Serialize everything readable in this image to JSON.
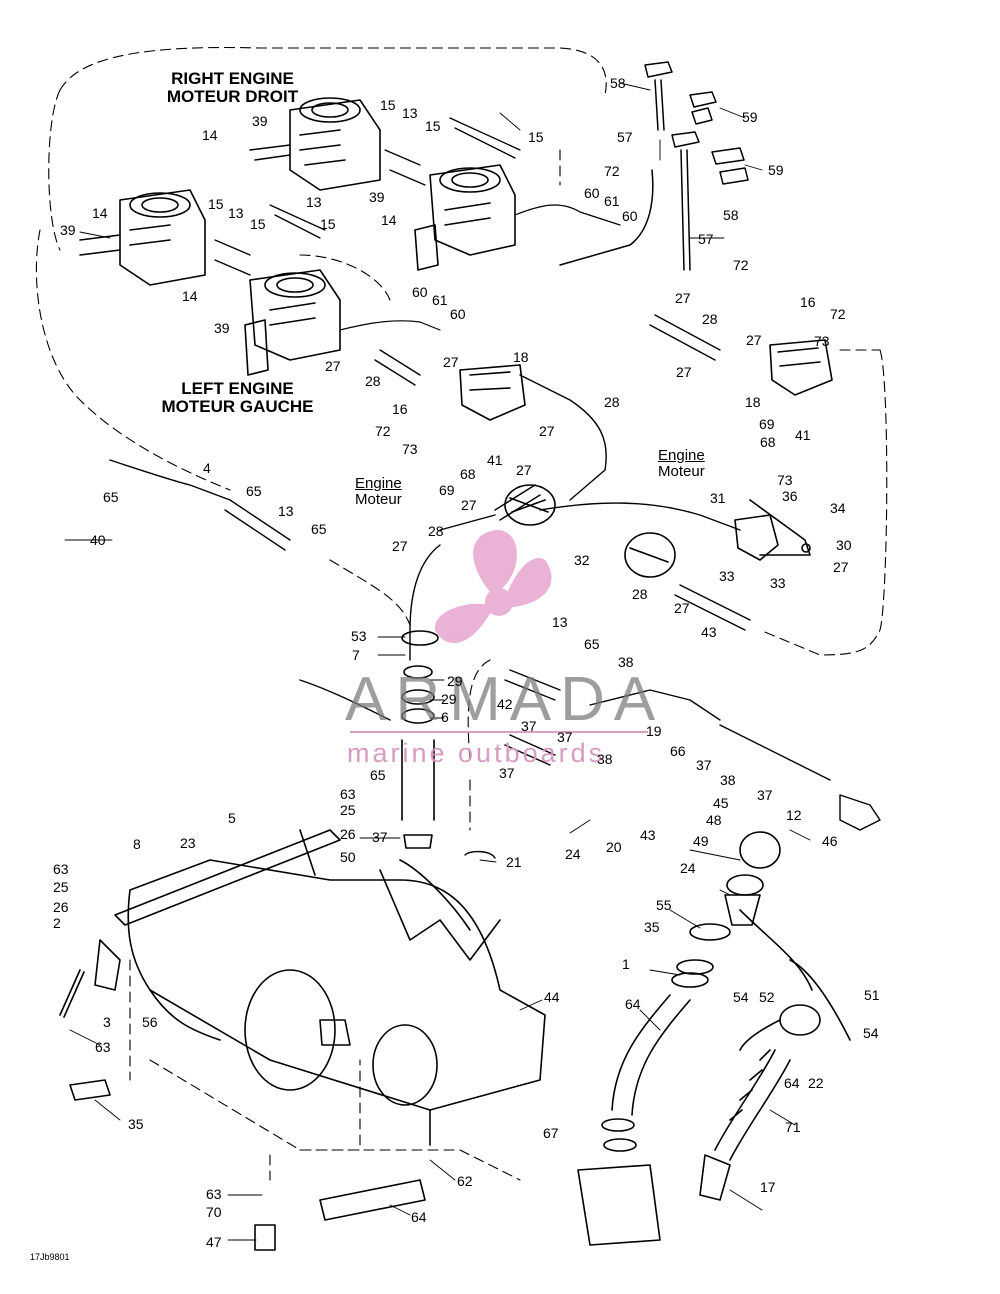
{
  "headings": {
    "right_engine_en": "RIGHT ENGINE",
    "right_engine_fr": "MOTEUR DROIT",
    "left_engine_en": "LEFT ENGINE",
    "left_engine_fr": "MOTEUR GAUCHE"
  },
  "notes": {
    "engine_right": {
      "en": "Engine",
      "fr": "Moteur"
    },
    "engine_left": {
      "en": "Engine",
      "fr": "Moteur"
    }
  },
  "watermark": {
    "brand": "ARMADA",
    "tagline": "marine outboards",
    "logo_icon": "propeller-icon",
    "colors": {
      "pink": "#e7a6cf",
      "gray": "#787878"
    }
  },
  "figure_id": "17Jb9801",
  "callouts": [
    "58",
    "59",
    "57",
    "59",
    "72",
    "58",
    "60",
    "61",
    "60",
    "57",
    "72",
    "15",
    "13",
    "15",
    "15",
    "39",
    "14",
    "14",
    "39",
    "15",
    "13",
    "15",
    "13",
    "15",
    "14",
    "39",
    "39",
    "14",
    "60",
    "61",
    "60",
    "27",
    "28",
    "27",
    "16",
    "72",
    "73",
    "27",
    "28",
    "27",
    "18",
    "18",
    "16",
    "72",
    "73",
    "28",
    "27",
    "41",
    "68",
    "69",
    "4",
    "65",
    "65",
    "13",
    "65",
    "40",
    "68",
    "69",
    "41",
    "27",
    "27",
    "28",
    "27",
    "27",
    "32",
    "31",
    "73",
    "36",
    "34",
    "30",
    "33",
    "33",
    "27",
    "28",
    "27",
    "43",
    "53",
    "7",
    "29",
    "29",
    "6",
    "65",
    "13",
    "65",
    "38",
    "42",
    "37",
    "37",
    "38",
    "19",
    "37",
    "66",
    "37",
    "38",
    "37",
    "12",
    "46",
    "45",
    "48",
    "49",
    "24",
    "63",
    "25",
    "26",
    "2",
    "5",
    "23",
    "8",
    "37",
    "21",
    "20",
    "43",
    "24",
    "63",
    "25",
    "26",
    "50",
    "55",
    "35",
    "1",
    "44",
    "64",
    "54",
    "52",
    "51",
    "54",
    "64",
    "22",
    "63",
    "3",
    "56",
    "35",
    "67",
    "71",
    "63",
    "70",
    "47",
    "62",
    "64",
    "17"
  ]
}
